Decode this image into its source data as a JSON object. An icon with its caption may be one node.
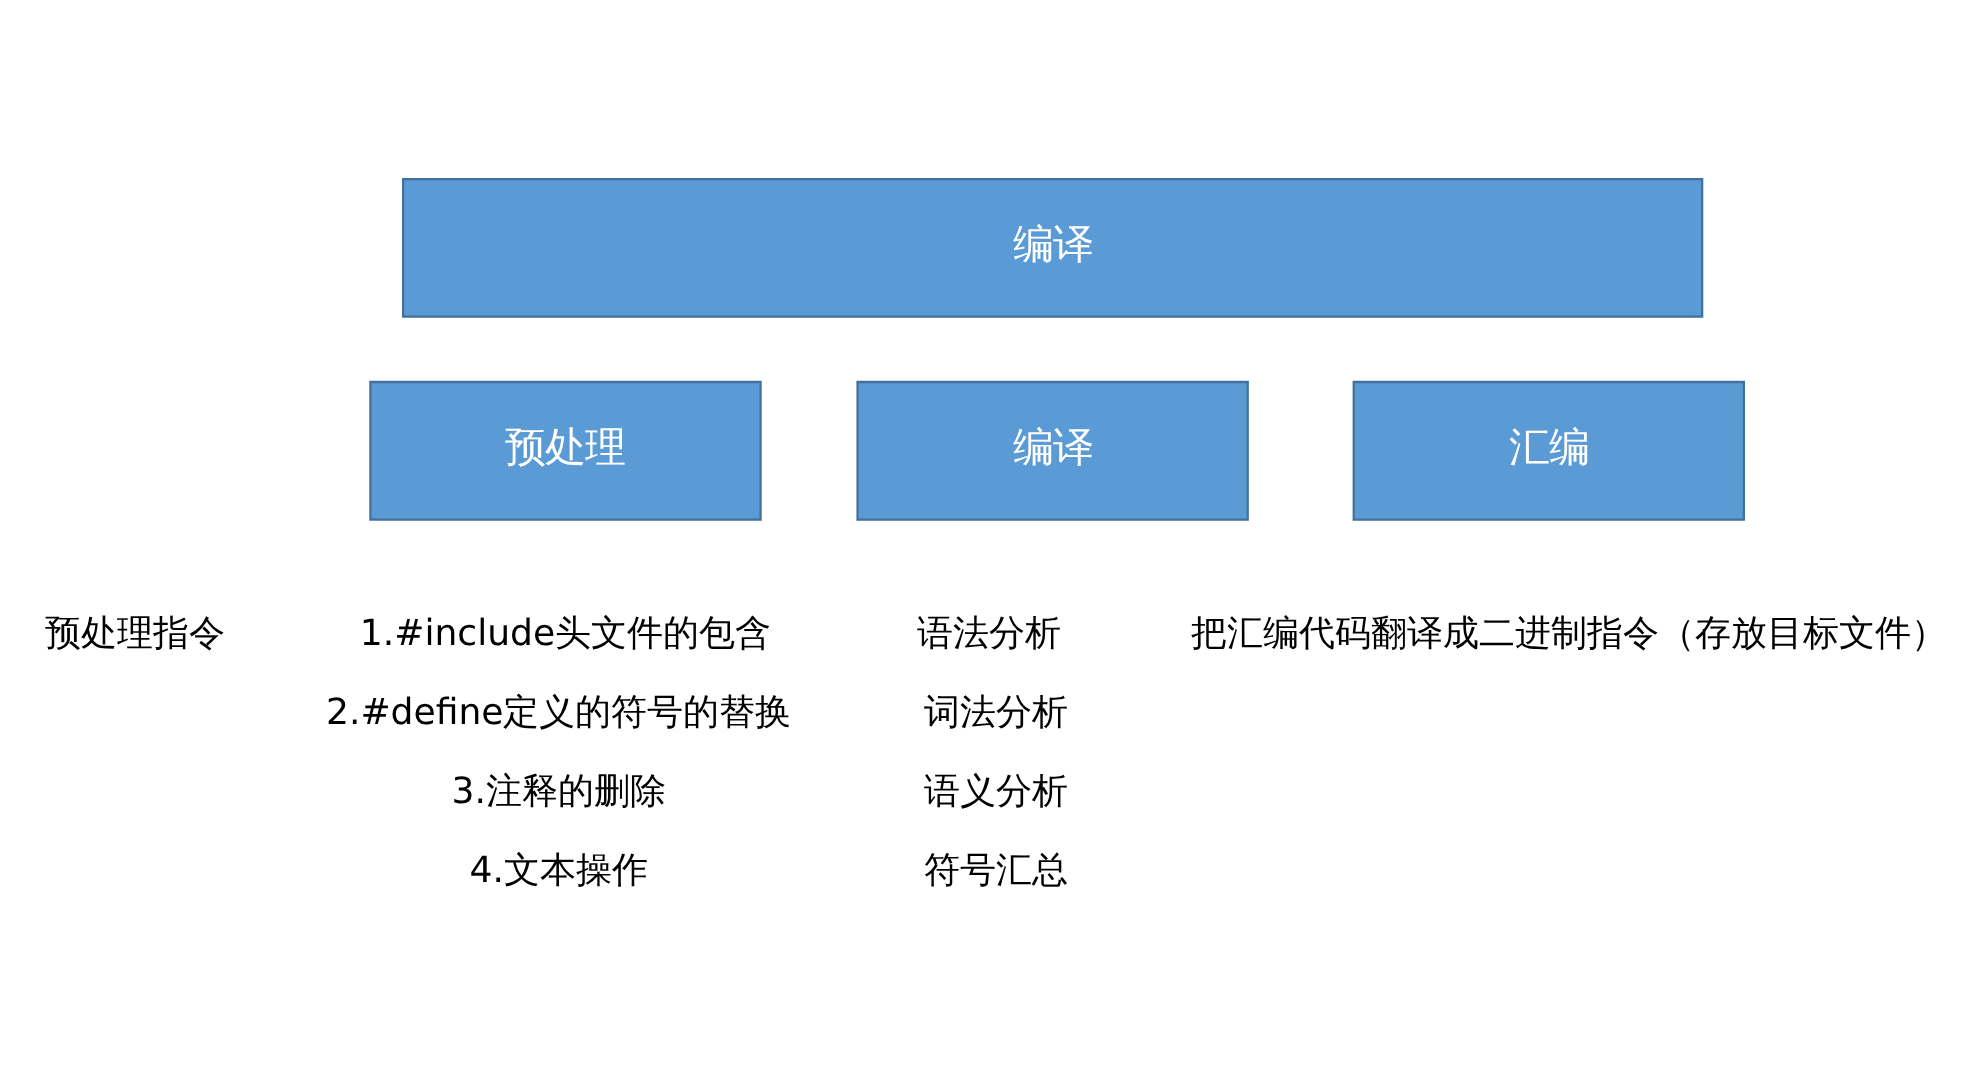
{
  "diagram": {
    "nodes": [
      {
        "text": [
          "编译"
        ]
      },
      {
        "text": [
          "预处理"
        ]
      },
      {
        "text": [
          "编译"
        ]
      },
      {
        "text": [
          "汇编"
        ]
      }
    ],
    "edges": [],
    "labels": [
      "预处理指令",
      "1.#include头文件的包含",
      "2.#define定义的符号的替换",
      "3.注释的删除",
      "4.文本操作",
      "语法分析",
      "词法分析",
      "语义分析",
      "符号汇总",
      "把汇编代码翻译成二进制指令（存放目标文件）"
    ]
  }
}
